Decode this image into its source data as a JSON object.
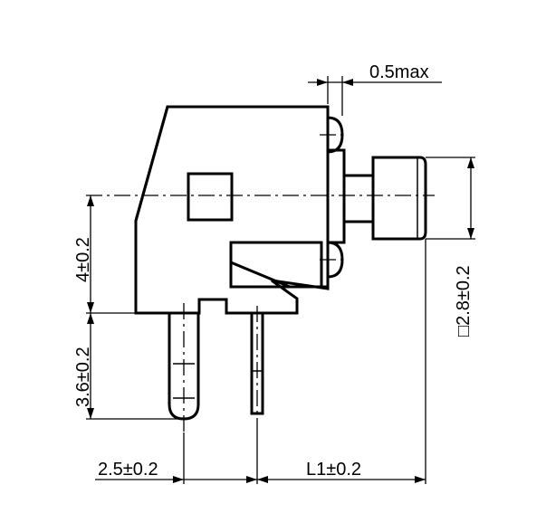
{
  "dimensions": {
    "gap": "0.5max",
    "height_upper": "4±0.2",
    "height_lower": "3.6±0.2",
    "square": "□2.8±0.2",
    "pitch_left": "2.5±0.2",
    "pitch_right": "L1±0.2"
  }
}
